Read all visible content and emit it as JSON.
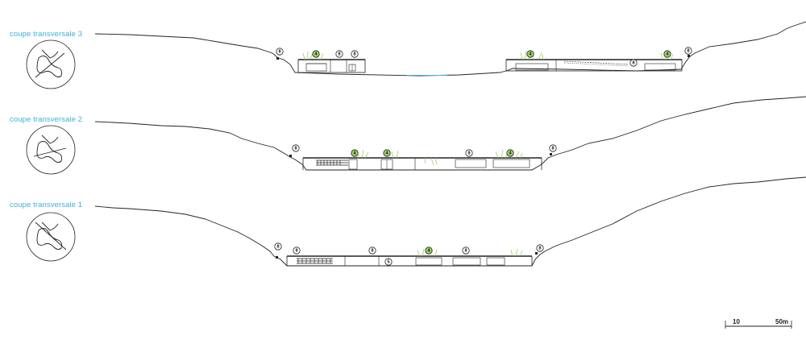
{
  "sections": [
    {
      "title": "coupe transversale 3",
      "markers": [
        {
          "label": "8",
          "green": false
        },
        {
          "label": "4",
          "green": true
        },
        {
          "label": "8",
          "green": false
        },
        {
          "label": "8",
          "green": false
        },
        {
          "label": "4",
          "green": true
        },
        {
          "label": "8",
          "green": false
        },
        {
          "label": "4",
          "green": true
        },
        {
          "label": "8",
          "green": false
        }
      ]
    },
    {
      "title": "coupe transversale 2",
      "markers": [
        {
          "label": "8",
          "green": false
        },
        {
          "label": "4",
          "green": true
        },
        {
          "label": "4",
          "green": true
        },
        {
          "label": "8",
          "green": false
        },
        {
          "label": "4",
          "green": true
        },
        {
          "label": "8",
          "green": false
        }
      ]
    },
    {
      "title": "coupe transversale 1",
      "markers": [
        {
          "label": "8",
          "green": false
        },
        {
          "label": "8",
          "green": false
        },
        {
          "label": "8",
          "green": false
        },
        {
          "label": "5",
          "green": false
        },
        {
          "label": "4",
          "green": true
        },
        {
          "label": "8",
          "green": false
        },
        {
          "label": "8",
          "green": false
        }
      ]
    }
  ],
  "scale": {
    "label_start": "10",
    "label_end": "50m"
  },
  "colors": {
    "accent_title": "#3fb0d8",
    "vegetation": "#9bd16a",
    "line": "#222222"
  }
}
